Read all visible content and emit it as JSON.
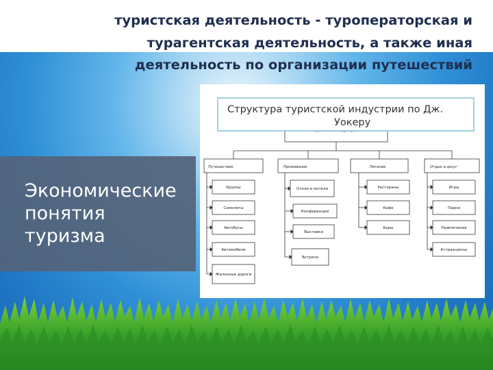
{
  "slide": {
    "title_lines": [
      "туристская деятельность - туроператорская и",
      "турагентская деятельность, а также иная",
      "деятельность по организации путешествий"
    ],
    "side_text_lines": [
      "Экономические",
      "понятия",
      "туризма"
    ]
  },
  "diagram": {
    "title_lines": [
      "Структура туристской индустрии по Дж.",
      "Уокеру"
    ],
    "root_label": "Туристская индустрия",
    "columns": [
      {
        "header": "Путешествие",
        "items": [
          "Круизы",
          "Самолеты",
          "Автобусы",
          "Автомобили",
          "Железные дороги"
        ]
      },
      {
        "header": "Проживание",
        "items": [
          "Отели и мотели",
          "Конференции",
          "Выставки",
          "Встречи"
        ]
      },
      {
        "header": "Питание",
        "items": [
          "Рестораны",
          "Кафе",
          "Бары"
        ]
      },
      {
        "header": "Отдых и досуг",
        "items": [
          "Игры",
          "Парки",
          "Развлечения",
          "Аттракционы"
        ]
      }
    ]
  },
  "colors": {
    "title_text": "#1f2f4f",
    "side_panel": "#54637a",
    "sky_center": "#eaf6fd",
    "sky_edge": "#1b6ab4",
    "grass": "#3aa32a",
    "diagram_title_border": "#7ec3d8"
  }
}
